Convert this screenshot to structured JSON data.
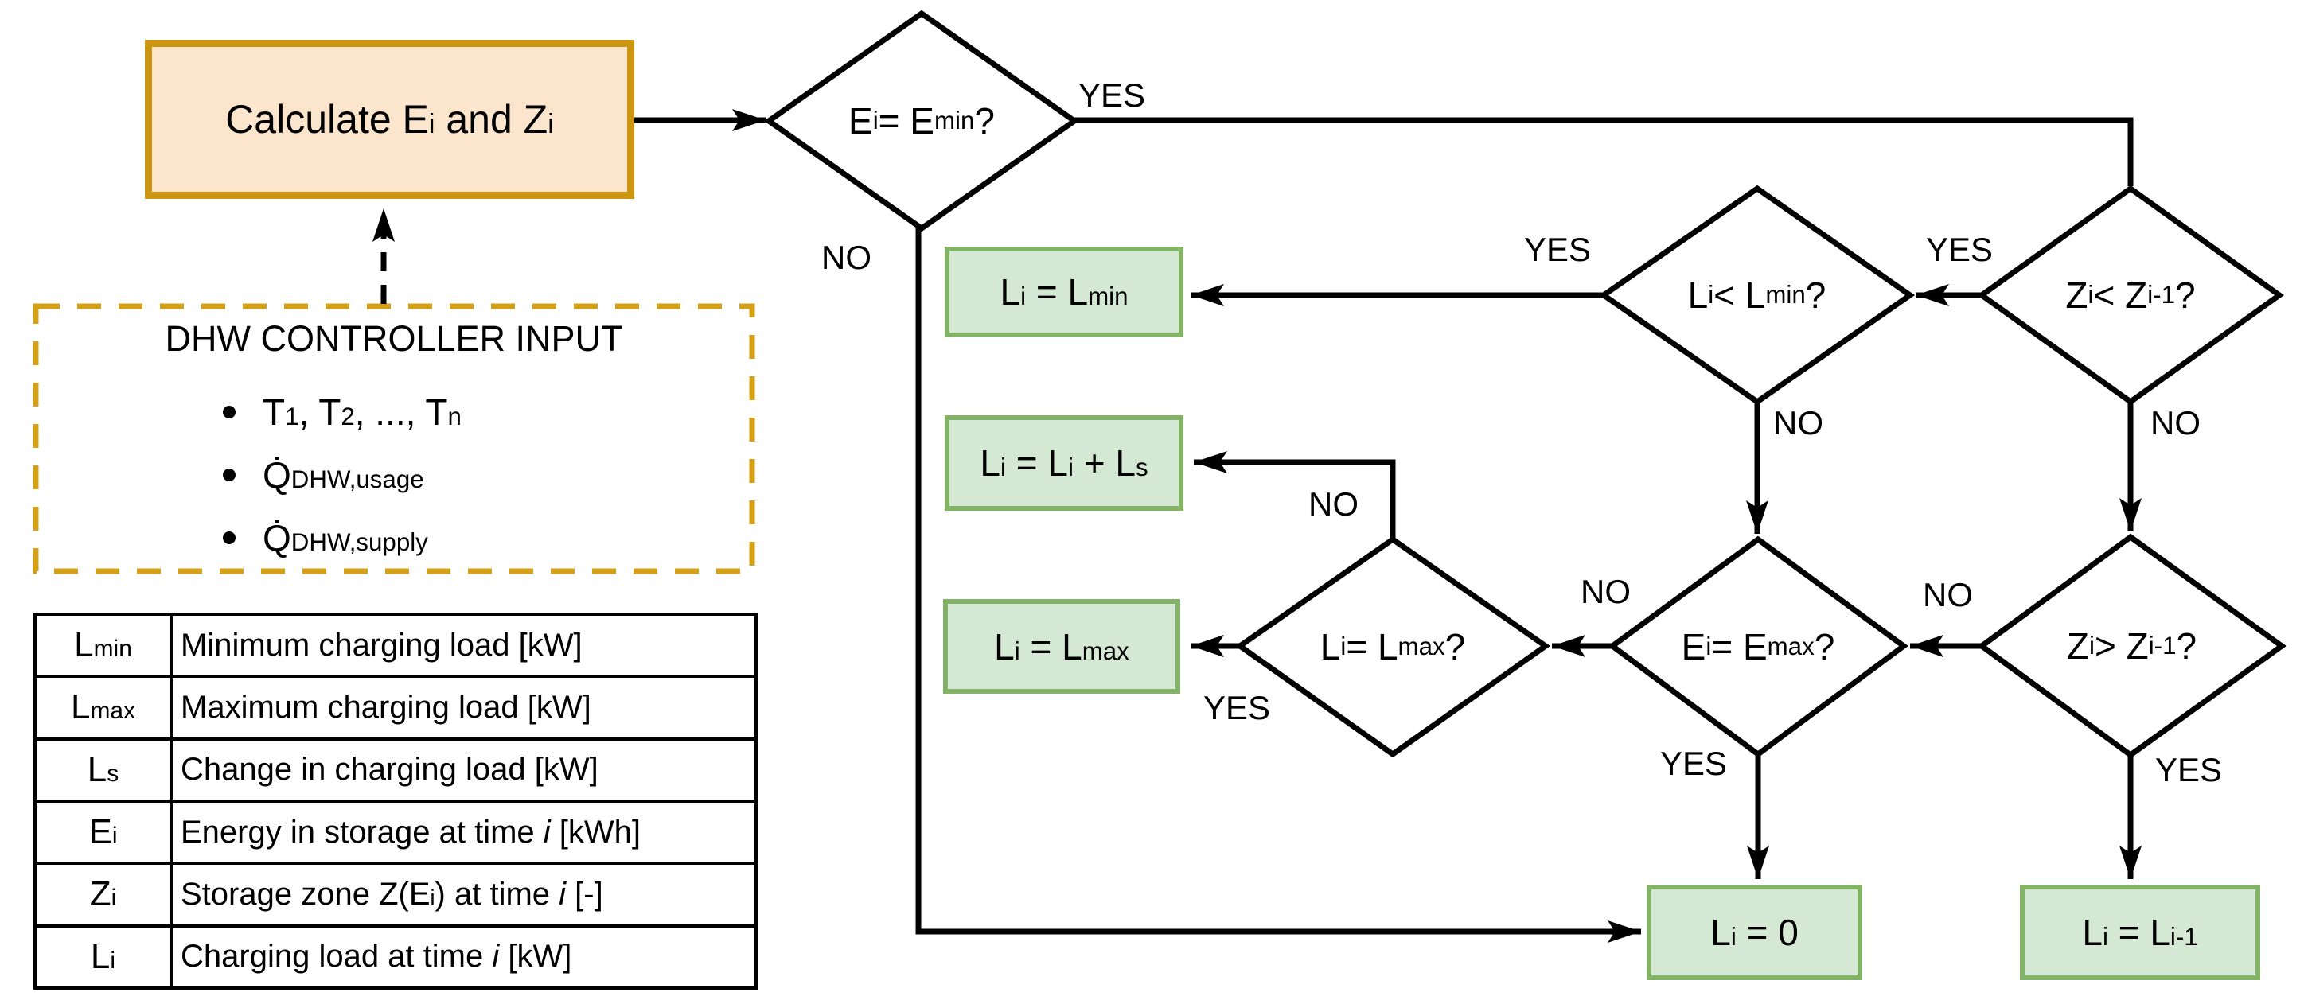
{
  "colors": {
    "background": "#ffffff",
    "line": "#000000",
    "process_fill": "#fce5cd",
    "process_border": "#cc9611",
    "input_border": "#d4a017",
    "result_fill": "#d5e8d4",
    "result_border": "#82b366"
  },
  "process": {
    "label": "Calculate E_{i} and Z_{i}"
  },
  "input_box": {
    "title": "DHW CONTROLLER INPUT",
    "bullets": [
      "T_{1}, T_{2}, ..., T_{n}",
      "Q̇_{DHW,usage}",
      "Q̇_{DHW,supply}"
    ]
  },
  "decisions": {
    "emin": {
      "label": "E_{i} = E_{min}?",
      "yes": "YES",
      "no": "NO"
    },
    "lmin": {
      "label": "L_{i} < L_{min}?",
      "yes": "YES",
      "no": "NO"
    },
    "zlt": {
      "label": "Z_{i} < Z_{i-1}?",
      "yes": "YES",
      "no": "NO"
    },
    "lmax": {
      "label": "L_{i} = L_{max}?",
      "yes": "YES",
      "no": "NO"
    },
    "emax": {
      "label": "E_{i} = E_{max}?",
      "yes": "YES",
      "no": "NO"
    },
    "zgt": {
      "label": "Z_{i} > Z_{i-1}?",
      "yes": "YES",
      "no": "NO"
    }
  },
  "results": {
    "set_lmin": {
      "label": "L_{i} = L_{min}"
    },
    "add_ls": {
      "label": "L_{i} = L_{i} + L_{s}"
    },
    "set_lmax": {
      "label": "L_{i} = L_{max}"
    },
    "set_zero": {
      "label": "L_{i} = 0"
    },
    "keep_prev": {
      "label": "L_{i} = L_{i-1}"
    }
  },
  "legend": {
    "rows": [
      {
        "symbol": "L_{min}",
        "desc": "Minimum charging load [kW]"
      },
      {
        "symbol": "L_{max}",
        "desc": "Maximum charging load [kW]"
      },
      {
        "symbol": "L_{s}",
        "desc": "Change in charging load [kW]"
      },
      {
        "symbol": "E_{i}",
        "desc": "Energy in storage at time *i* [kWh]"
      },
      {
        "symbol": "Z_{i}",
        "desc": "Storage zone Z(E_{i}) at time *i*  [-]"
      },
      {
        "symbol": "L_{i}",
        "desc": "Charging load at time *i* [kW]"
      }
    ]
  }
}
